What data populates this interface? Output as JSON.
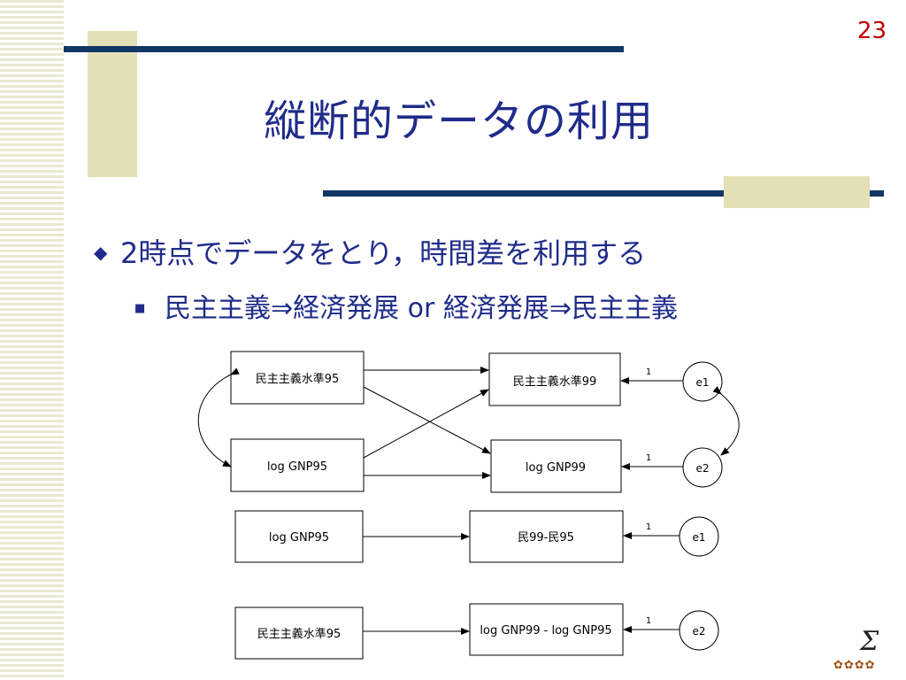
{
  "slide": {
    "number": "23",
    "title": "縦断的データの利用",
    "bullet1": "2時点でデータをとり，時間差を利用する",
    "bullet1_icon": "diamond-bullet",
    "bullet2": "民主主義⇒経済発展 or 経済発展⇒民主主義",
    "bullet2_icon": "square-bullet"
  },
  "diagram": {
    "model1": {
      "box_dem95": "民主主義水準95",
      "box_gnp95": "log GNP95",
      "box_dem99": "民主主義水準99",
      "box_gnp99": "log GNP99",
      "err1": "e1",
      "err2": "e2",
      "path1": "1",
      "path2": "1"
    },
    "model2": {
      "box_in": "log GNP95",
      "box_out": "民99-民95",
      "err": "e1",
      "path": "1"
    },
    "model3": {
      "box_in": "民主主義水準95",
      "box_out": "log GNP99 - log GNP95",
      "err": "e2",
      "path": "1"
    }
  },
  "footer": {
    "sigma": "Σ",
    "logo_icon": "footer-logo-icon"
  },
  "colors": {
    "title": "#1f2c8a",
    "slide_number": "#c00000",
    "rule": "#103763",
    "accent_tan": "#e3e0b8"
  }
}
